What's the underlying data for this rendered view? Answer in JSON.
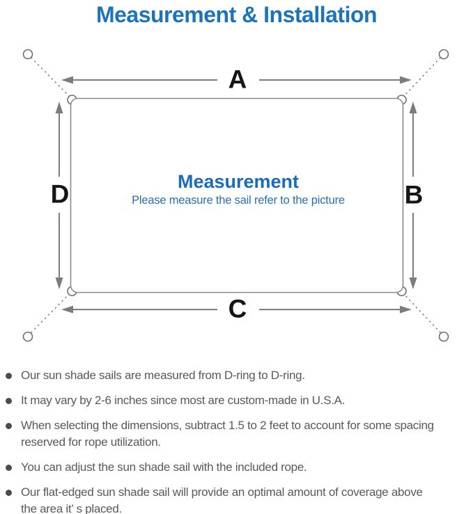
{
  "page": {
    "title": "Measurement & Installation"
  },
  "diagram": {
    "center_title": "Measurement",
    "center_subtitle": "Please measure the sail refer to the picture",
    "dimension_labels": {
      "top": "A",
      "right": "B",
      "bottom": "C",
      "left": "D"
    },
    "colors": {
      "accent_blue": "#1b74bb",
      "center_subtitle_blue": "#2a6fb5",
      "line_gray": "#7c7c7c",
      "label_black": "#161616",
      "note_text_gray": "#595959"
    }
  },
  "notes": {
    "items": [
      {
        "text": "Our sun shade sails are measured from D-ring to D-ring."
      },
      {
        "text": "It may vary by 2-6 inches since most are custom-made in U.S.A."
      },
      {
        "text": "When selecting the dimensions, subtract 1.5 to 2 feet to account for some spacing\nreserved for rope utilization."
      },
      {
        "text": "You can adjust the sun shade sail with the included rope."
      },
      {
        "text": "Our flat-edged sun shade sail will provide an optimal amount of coverage above\nthe area it’ s placed."
      }
    ]
  }
}
